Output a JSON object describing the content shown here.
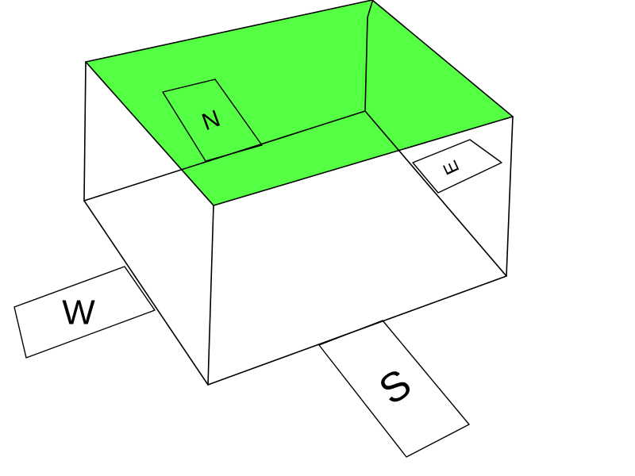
{
  "colors": {
    "top_face": "#55ff44",
    "lines": "#000000",
    "background": "#ffffff"
  },
  "labels": {
    "north": "N",
    "east": "E",
    "south": "S",
    "west": "W"
  }
}
